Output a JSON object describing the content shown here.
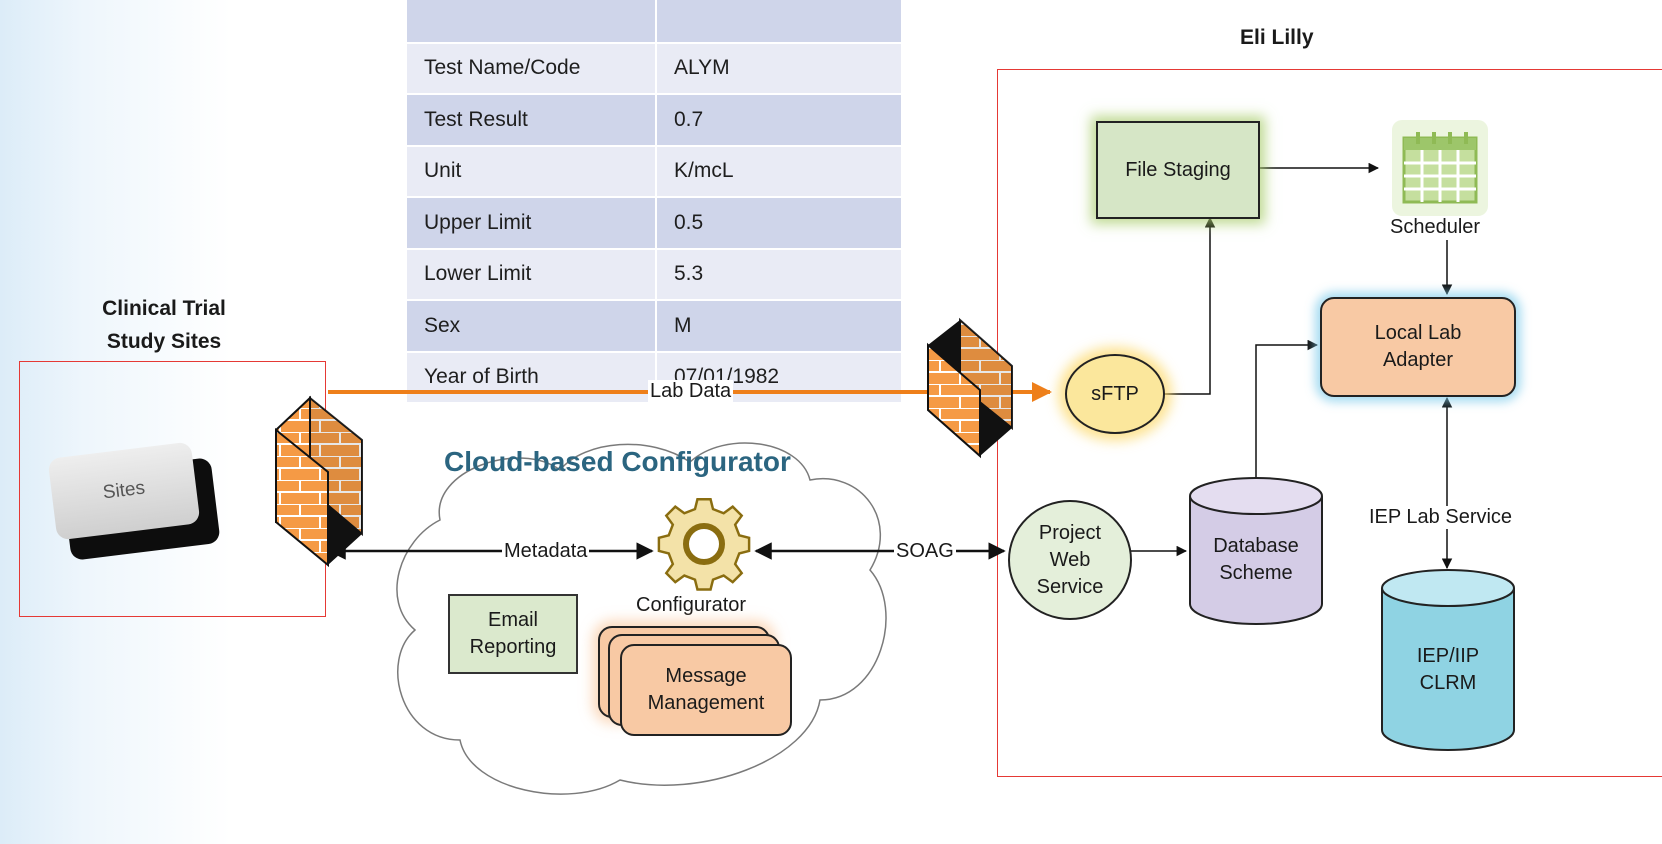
{
  "table": {
    "rows": [
      {
        "key": "",
        "value": ""
      },
      {
        "key": "Test Name/Code",
        "value": "ALYM"
      },
      {
        "key": "Test Result",
        "value": "0.7"
      },
      {
        "key": "Unit",
        "value": "K/mcL"
      },
      {
        "key": "Upper Limit",
        "value": "0.5"
      },
      {
        "key": "Lower Limit",
        "value": "5.3"
      },
      {
        "key": "Sex",
        "value": "M"
      },
      {
        "key": "Year of Birth",
        "value": "07/01/1982"
      }
    ]
  },
  "sites": {
    "title_line1": "Clinical Trial",
    "title_line2": "Study Sites",
    "card_label": "Sites"
  },
  "lilly": {
    "title": "Eli Lilly",
    "file_staging": "File Staging",
    "scheduler": "Scheduler",
    "local_lab_line1": "Local Lab",
    "local_lab_line2": "Adapter",
    "sftp": "sFTP",
    "project_ws_line1": "Project",
    "project_ws_line2": "Web",
    "project_ws_line3": "Service",
    "database_line1": "Database",
    "database_line2": "Scheme",
    "iep_service": "IEP Lab Service",
    "clrm_line1": "IEP/IIP",
    "clrm_line2": "CLRM"
  },
  "cloud": {
    "title": "Cloud-based Configurator",
    "configurator": "Configurator",
    "email_line1": "Email",
    "email_line2": "Reporting",
    "message_line1": "Message",
    "message_line2": "Management"
  },
  "connections": {
    "lab_data": "Lab Data",
    "metadata": "Metadata",
    "soag": "SOAG"
  },
  "colors": {
    "lab_data_line": "#ee7f1a",
    "red_border": "#e53935",
    "gear": "#c8a020",
    "cylinder_db": "#d4cce6",
    "cylinder_clrm": "#8fd3e3",
    "scheduler_icon": "#9dc66a"
  },
  "icons": [
    "firewall-icon",
    "gear-icon",
    "calendar-icon"
  ]
}
